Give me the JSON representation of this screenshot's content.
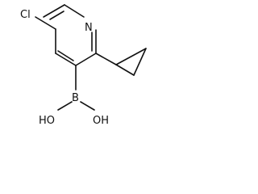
{
  "molecule": {
    "atoms": {
      "chlorine": "Cl",
      "nitrogen": "N",
      "boron": "B",
      "hydroxyl_left": "HO",
      "hydroxyl_right": "OH"
    }
  }
}
